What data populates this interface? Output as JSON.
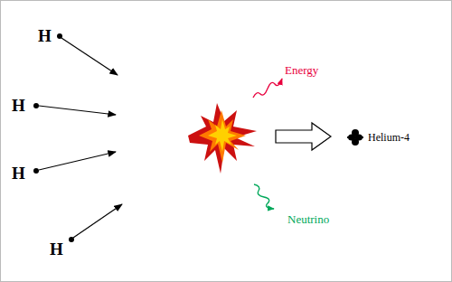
{
  "diagram": {
    "labels": [
      "H",
      "H",
      "H",
      "H",
      "Energy",
      "Neutrino",
      "Helium-4"
    ]
  }
}
